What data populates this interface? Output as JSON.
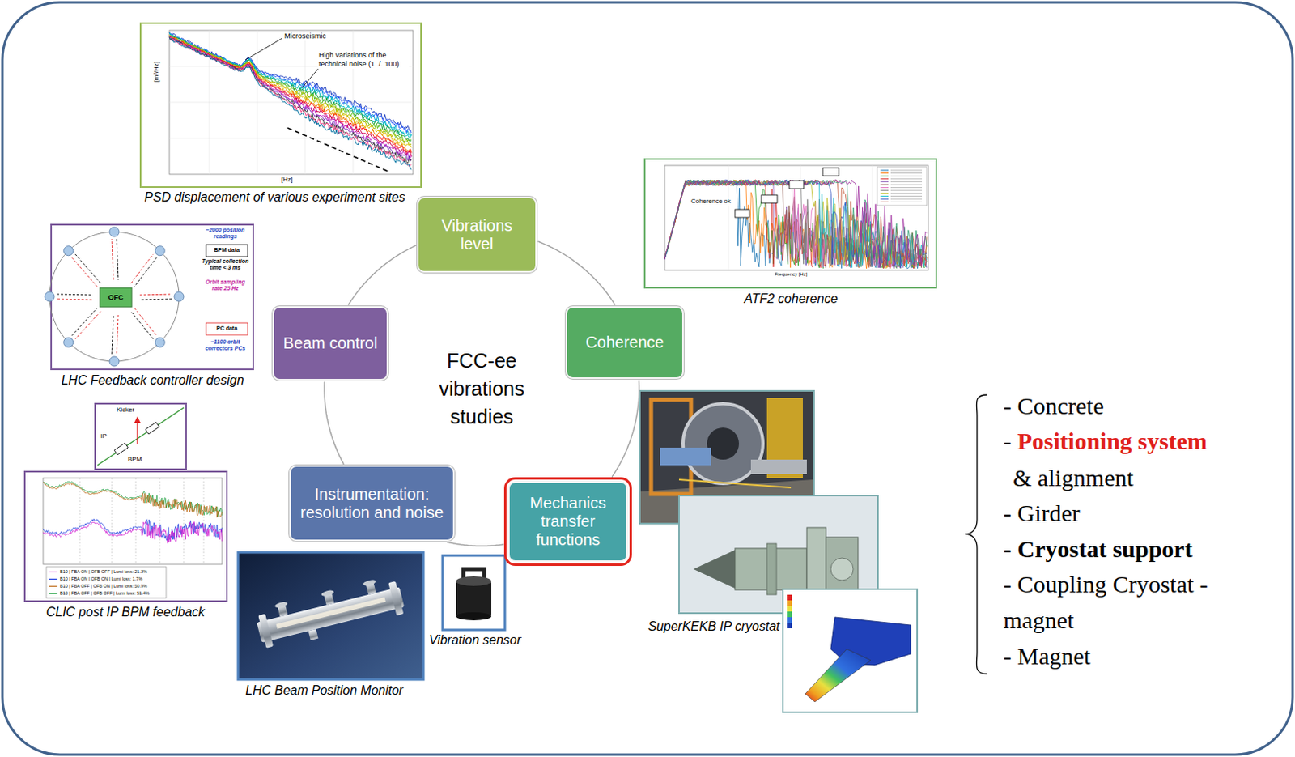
{
  "diagram": {
    "nodes": [
      {
        "text": [
          "Vibrations level"
        ]
      },
      {
        "text": [
          "Coherence"
        ]
      },
      {
        "text": [
          "Mechanics transfer functions"
        ]
      },
      {
        "text": [
          "Instrumentation: resolution and noise"
        ]
      },
      {
        "text": [
          "Beam control"
        ]
      }
    ],
    "edges": [
      {
        "from": 0,
        "to": 1,
        "arrow": "none"
      },
      {
        "from": 1,
        "to": 2,
        "arrow": "none"
      },
      {
        "from": 2,
        "to": 3,
        "arrow": "none"
      },
      {
        "from": 3,
        "to": 4,
        "arrow": "none"
      },
      {
        "from": 4,
        "to": 0,
        "arrow": "none"
      }
    ],
    "labels": [
      "PSD displacement of various experiment sites",
      "Microseismic",
      "High variations of the technical noise (1 ./. 100)",
      "[Hz]",
      "[m²/Hz]",
      "ATF2 coherence",
      "Coherence ok",
      "Frequency [Hz]",
      "~2000 position readings",
      "BPM data",
      "Typical collection time < 3 ms",
      "Orbit sampling rate 25 Hz",
      "OFC",
      "PC data",
      "~1100 orbit correctors PCs",
      "LHC Feedback controller design",
      "Kicker",
      "IP",
      "BPM",
      "CLIC post IP BPM feedback",
      "FCC-ee vibrations studies",
      "LHC Beam Position Monitor",
      "Vibration sensor",
      "SuperKEKB IP cryostat",
      "- Concrete",
      "-",
      "Positioning system",
      "& alignment",
      "- Girder",
      "- Cryostat support",
      "- Coupling Cryostat - magnet",
      "- Magnet"
    ],
    "legend": [
      {
        "text": "B10 | FBA ON | OFB OFF | Lumi loss: 21.3%"
      },
      {
        "text": "B10 | FBA ON | OFB ON | Lumi loss: 1.7%"
      },
      {
        "text": "B10 | FBA OFF | OFB ON | Lumi loss: 50.9%"
      },
      {
        "text": "B10 | FBA OFF | OFB OFF | Lumi loss: 51.4%"
      }
    ]
  }
}
